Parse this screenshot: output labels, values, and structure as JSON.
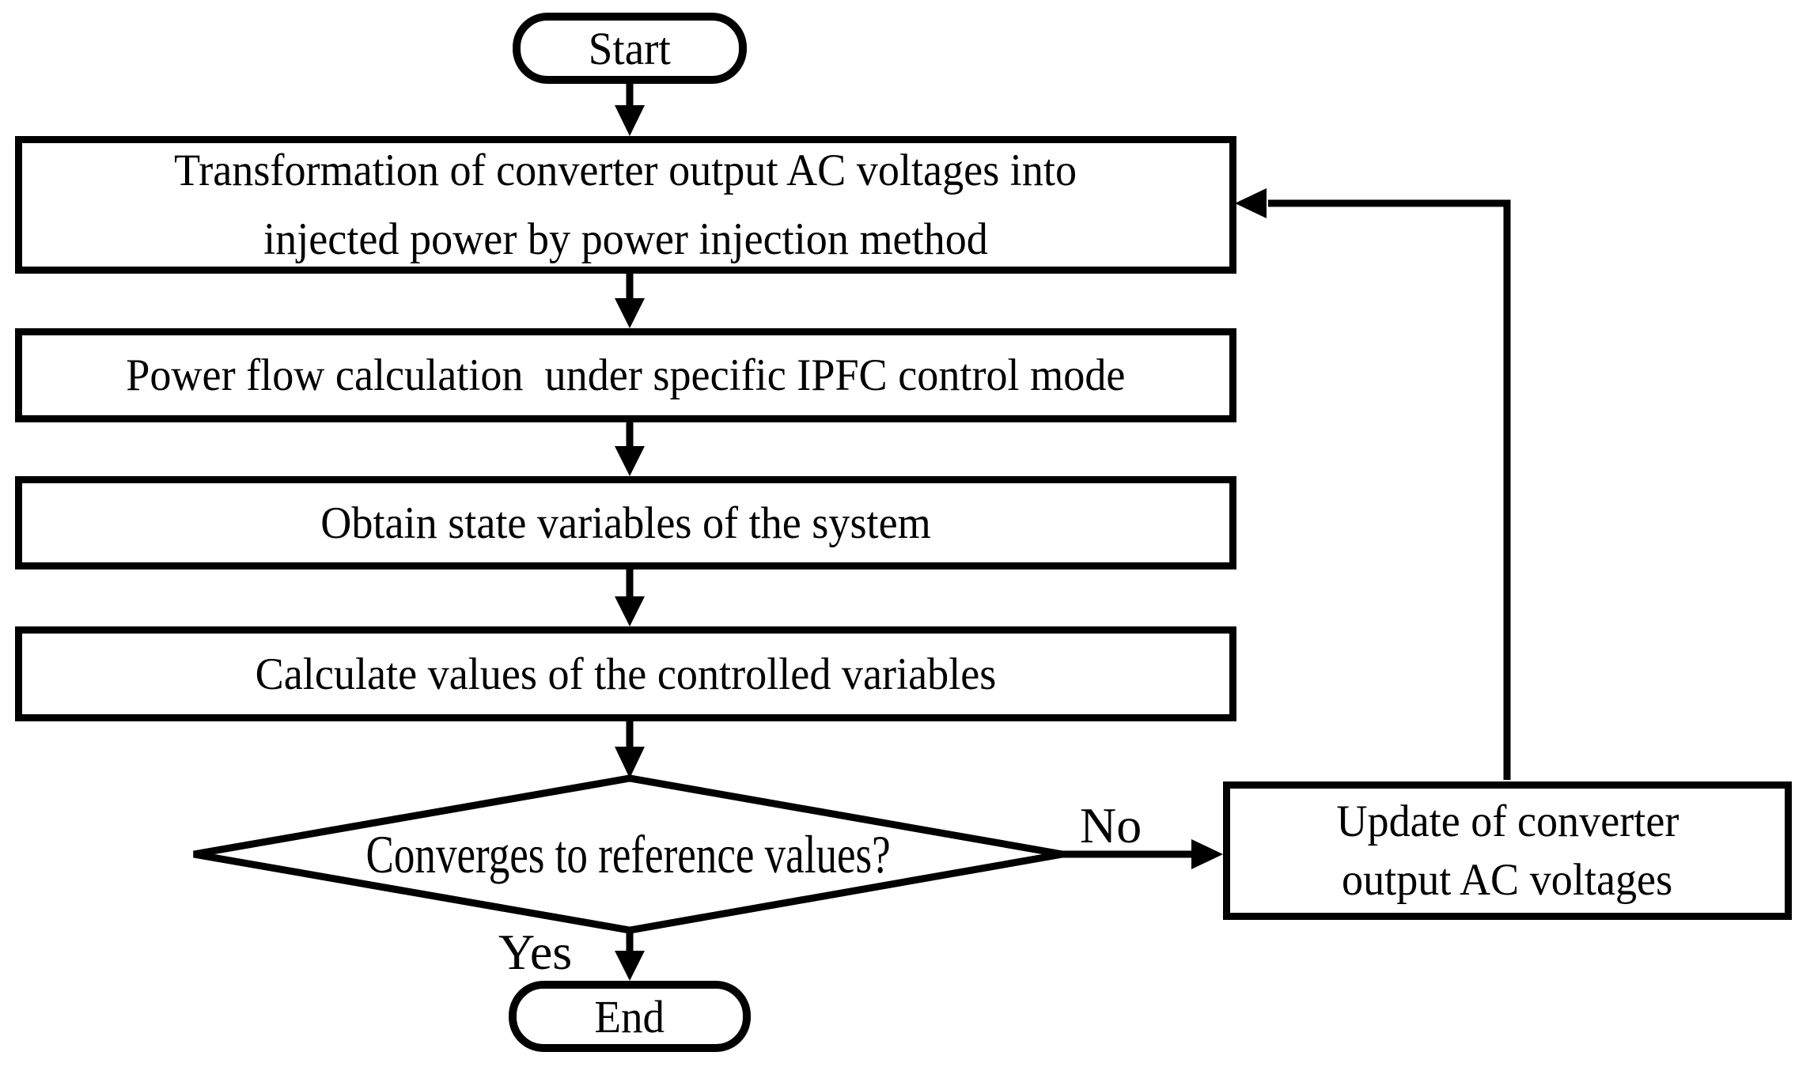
{
  "figure": {
    "type": "flowchart",
    "colors": {
      "ink": "#000000",
      "background": "#ffffff"
    }
  },
  "nodes": {
    "start": {
      "type": "terminator",
      "label": "Start"
    },
    "transform": {
      "type": "process",
      "lines": [
        "Transformation of converter output AC voltages into",
        "injected power by power injection method"
      ]
    },
    "power_flow": {
      "type": "process",
      "lines": [
        "Power flow calculation  under specific IPFC control mode"
      ]
    },
    "state_vars": {
      "type": "process",
      "lines": [
        "Obtain state variables of the system"
      ]
    },
    "calc_controlled": {
      "type": "process",
      "lines": [
        "Calculate values of the controlled variables"
      ]
    },
    "decision": {
      "type": "decision",
      "label": "Converges to reference values?"
    },
    "update": {
      "type": "process",
      "lines": [
        "Update of converter",
        "output AC voltages"
      ]
    },
    "end": {
      "type": "terminator",
      "label": "End"
    }
  },
  "edges": [
    {
      "from": "start",
      "to": "transform"
    },
    {
      "from": "transform",
      "to": "power_flow"
    },
    {
      "from": "power_flow",
      "to": "state_vars"
    },
    {
      "from": "state_vars",
      "to": "calc_controlled"
    },
    {
      "from": "calc_controlled",
      "to": "decision"
    },
    {
      "from": "decision",
      "to": "update",
      "label": "No"
    },
    {
      "from": "decision",
      "to": "end",
      "label": "Yes"
    },
    {
      "from": "update",
      "to": "transform"
    }
  ]
}
